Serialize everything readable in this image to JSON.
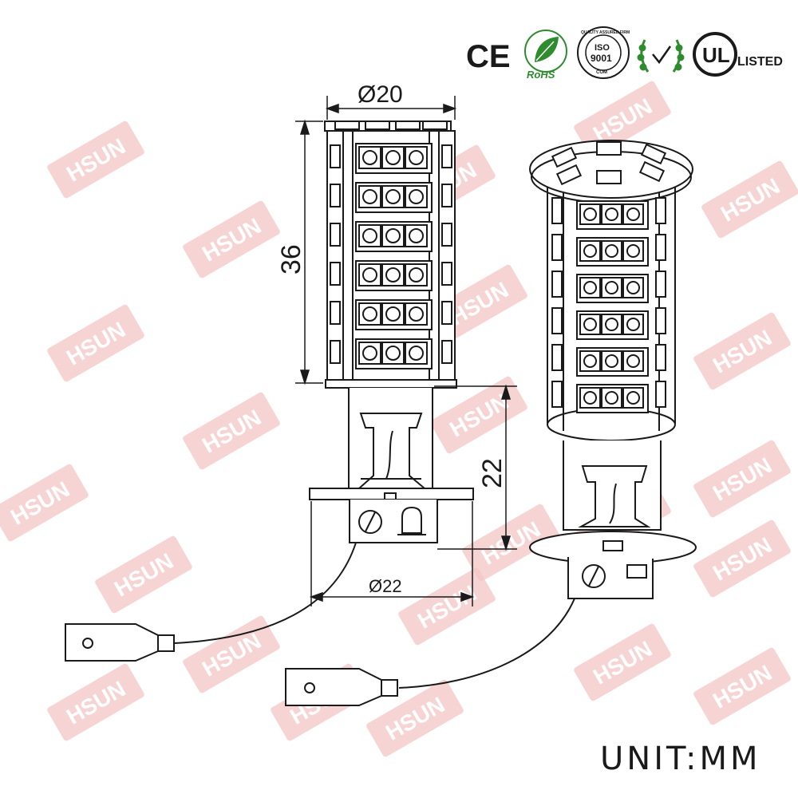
{
  "certifications": {
    "ce_label": "CE",
    "rohs_label": "RoHS",
    "iso_top": "QUALITY ASSURED FIRM",
    "iso_label": "ISO",
    "iso_number": "9001",
    "iso_com": "COM",
    "ul_label": "UL",
    "listed_label": "LISTED",
    "icons": [
      "ce-mark-icon",
      "rohs-leaf-icon",
      "iso-9001-seal-icon",
      "laurel-check-icon",
      "ul-listed-icon"
    ]
  },
  "watermark": {
    "text": "HSUN",
    "color": "#f3c6c6"
  },
  "dimensions": {
    "top_diameter": "Ø20",
    "body_height": "36",
    "base_height": "22",
    "base_diameter": "Ø22"
  },
  "unit_label": "UNIT:MM",
  "colors": {
    "line": "#1a1a1a",
    "led": "#ffffff"
  }
}
